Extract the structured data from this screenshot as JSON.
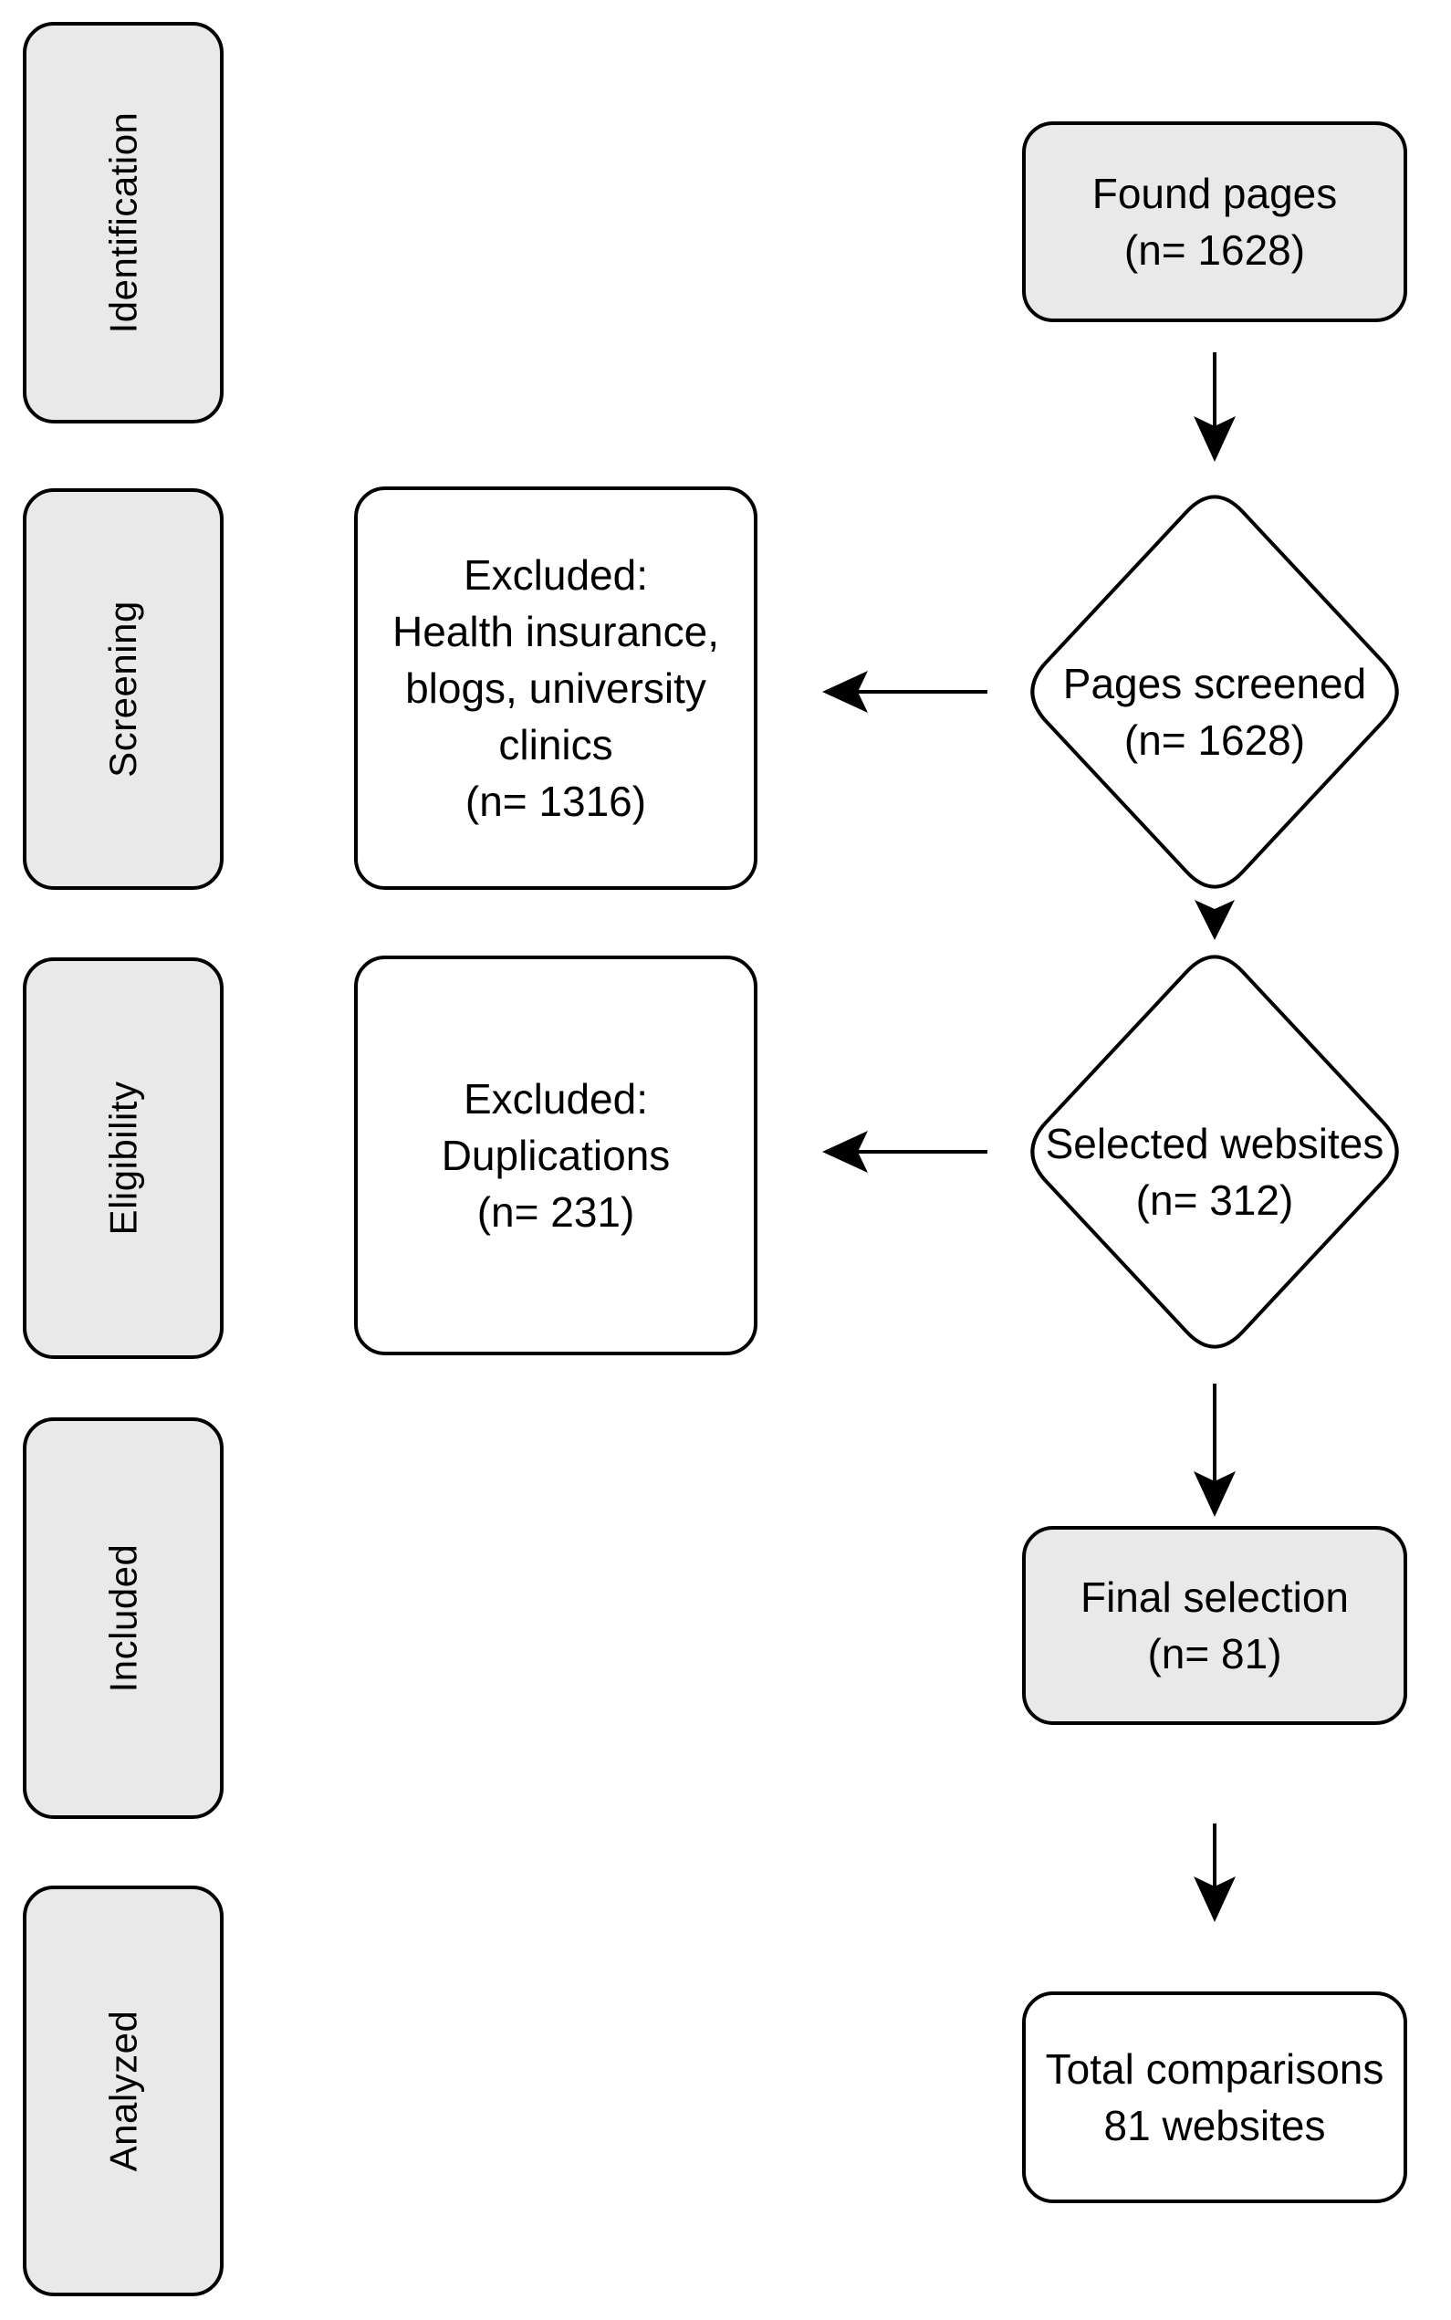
{
  "diagram": {
    "lanes": [
      {
        "label": "Identification"
      },
      {
        "label": "Screening"
      },
      {
        "label": "Eligibility"
      },
      {
        "label": "Included"
      },
      {
        "label": "Analyzed"
      }
    ],
    "nodes": {
      "found": {
        "lines": [
          "Found pages",
          "(n= 1628)"
        ]
      },
      "screened": {
        "lines": [
          "Pages screened",
          "(n= 1628)"
        ]
      },
      "excluded_screening": {
        "lines": [
          "Excluded:",
          "Health insurance,",
          "blogs, university",
          "clinics",
          "(n= 1316)"
        ]
      },
      "selected": {
        "lines": [
          "Selected websites",
          "(n= 312)"
        ]
      },
      "excluded_eligibility": {
        "lines": [
          "Excluded:",
          "Duplications",
          "(n= 231)"
        ]
      },
      "final": {
        "lines": [
          "Final selection",
          "(n= 81)"
        ]
      },
      "total": {
        "lines": [
          "Total comparisons",
          "81 websites"
        ]
      }
    },
    "colors": {
      "lane_fill": "#e9e9e9",
      "node_fill_gray": "#e9e9e9",
      "node_fill_white": "#ffffff",
      "stroke": "#000000",
      "background": "#ffffff"
    }
  }
}
